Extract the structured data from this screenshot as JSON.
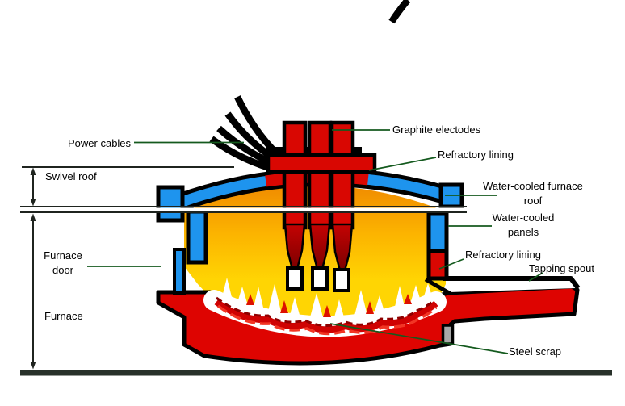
{
  "diagram": {
    "kind": "electric-arc-furnace-cross-section",
    "labels": {
      "power_cables": "Power cables",
      "swivel_roof": "Swivel roof",
      "furnace_door_1": "Furnace",
      "furnace_door_2": "door",
      "furnace": "Furnace",
      "graphite_electrodes": "Graphite electodes",
      "refractory_lining_top": "Refractory lining",
      "water_cooled_furnace_roof_1": "Water-cooled furnace",
      "water_cooled_furnace_roof_2": "roof",
      "water_cooled_panels_1": "Water-cooled",
      "water_cooled_panels_2": "panels",
      "refractory_lining_right": "Refractory lining",
      "tapping_spout": "Tapping spout",
      "steel_scrap": "Steel scrap"
    },
    "colors": {
      "electrode_red": "#d90702",
      "shell_red": "#de0401",
      "water_cooled_blue": "#1e94ee",
      "interior_yellow": "#ffd503",
      "interior_orange": "#ed8200",
      "leader_green": "#145a1e",
      "ground_dark": "#28312a",
      "flame_white": "#ffffff",
      "scrap_red": "#cf0202"
    }
  }
}
